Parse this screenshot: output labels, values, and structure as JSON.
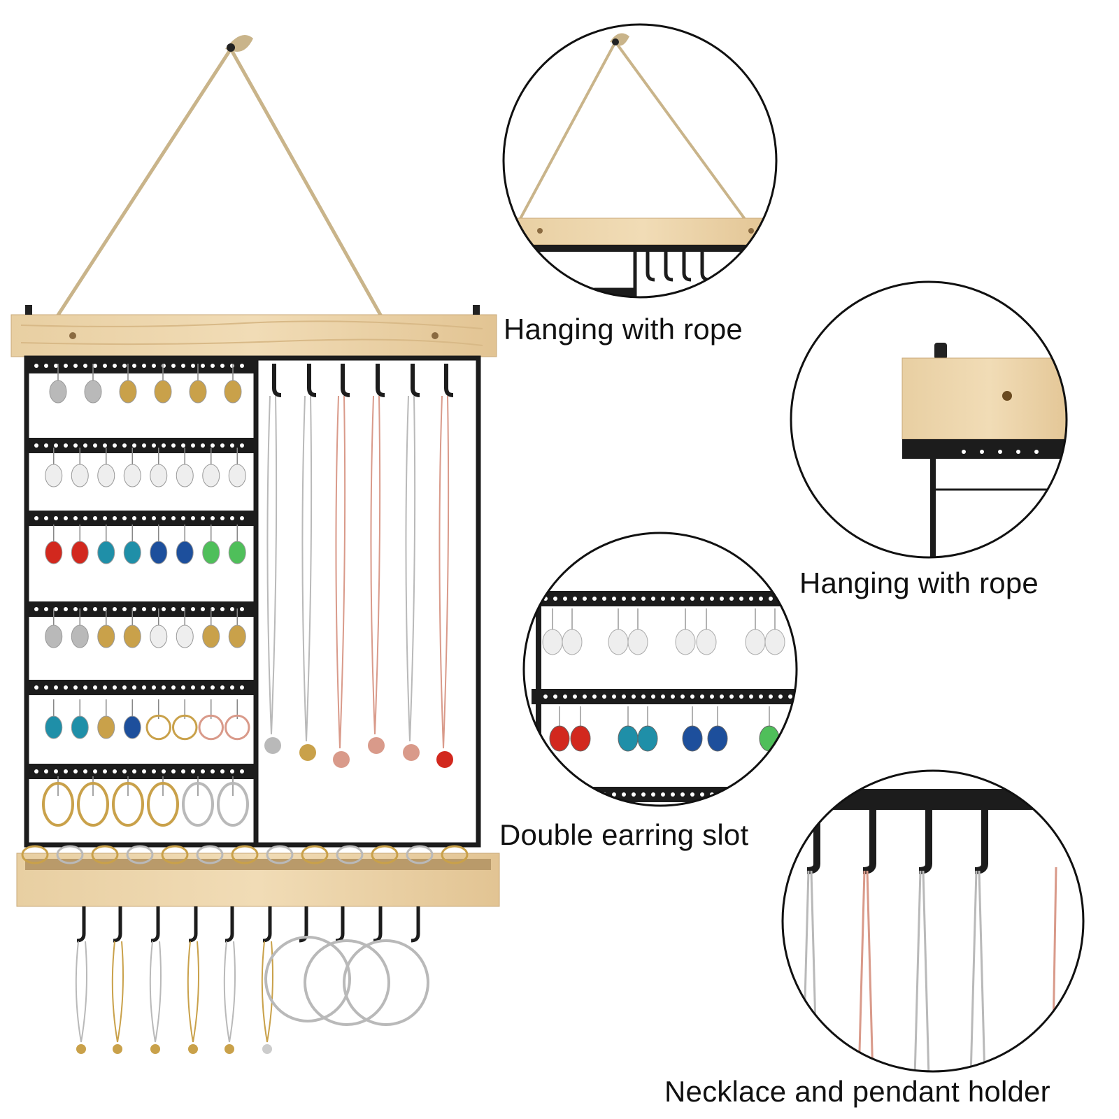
{
  "captions": {
    "hanging_rope_1": "Hanging with rope",
    "hanging_rope_2": "Hanging with rope",
    "double_slot": "Double earring slot",
    "necklace_holder": "Necklace and pendant holder"
  },
  "colors": {
    "wood": "#e9d1a6",
    "wood_dark": "#cfae7a",
    "metal": "#1c1c1c",
    "rope": "#c9b48a",
    "pearl": "#eeeeee",
    "gold": "#c9a14a",
    "silver": "#b9b9b9",
    "rose_gold": "#d99a8a",
    "red_gem": "#d2281e",
    "teal_gem": "#1f8fa8",
    "blue_gem": "#1d4f9c",
    "leaf_green": "#4fbf5a"
  },
  "icons": [
    "jewelry-organizer-product",
    "detail-circle-lens"
  ]
}
